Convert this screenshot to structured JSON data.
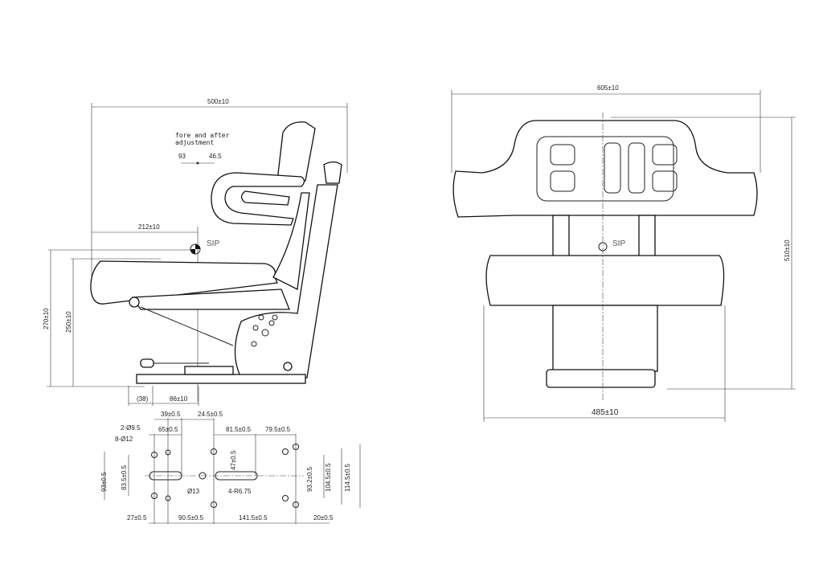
{
  "side_view": {
    "overall_length": "500±10",
    "note_line1": "fore and after",
    "note_line2": "adjustment",
    "adj_back": "93",
    "adj_fwd": "46.5",
    "sip_distance": "212±10",
    "sip_label": "SIP",
    "sip_height": "270±10",
    "seat_height": "250±10",
    "rail_offset": "(38)",
    "rail_travel": "86±10"
  },
  "front_view": {
    "overall_width": "605±10",
    "overall_height": "510±10",
    "sip_label": "SIP",
    "cushion_width": "485±10"
  },
  "mounting_plan": {
    "d1": "39±0.5",
    "d2": "24.5±0.5",
    "holes_small": "2-Ø9.5",
    "d3": "65±0.5",
    "d4": "81.5±0.5",
    "d5": "79.5±0.5",
    "holes_large": "8-Ø12",
    "v1": "93±0.5",
    "v2": "83.5±0.5",
    "v3": "47±0.5",
    "center_hole": "Ø13",
    "slots": "4-R6.75",
    "v4": "93.2±0.5",
    "v5": "104.5±0.5",
    "v6": "114.5±0.5",
    "b1": "27±0.5",
    "b2": "90.5±0.5",
    "b3": "141.5±0.5",
    "b4": "20±0.5"
  }
}
